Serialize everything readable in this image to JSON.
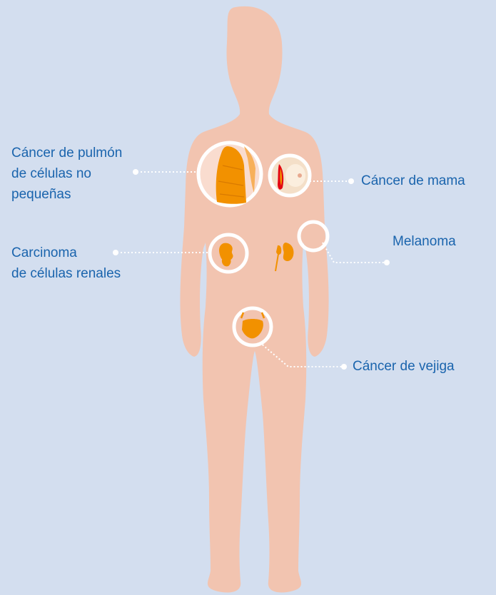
{
  "labels": {
    "lung": [
      "Cáncer de pulmón",
      "de células no",
      "pequeñas"
    ],
    "breast": "Cáncer de mama",
    "melanoma": "Melanoma",
    "renal": [
      "Carcinoma",
      "de células renales"
    ],
    "bladder": "Cáncer de vejiga"
  },
  "colors": {
    "background": "#d3deef",
    "body": "#f2c4b0",
    "organ": "#f29100",
    "text": "#1a64ad",
    "ring": "#ffffff"
  },
  "icons": {
    "lung": "lung-icon",
    "breast": "breast-icon",
    "kidney": "kidney-icon",
    "bladder": "bladder-icon"
  }
}
